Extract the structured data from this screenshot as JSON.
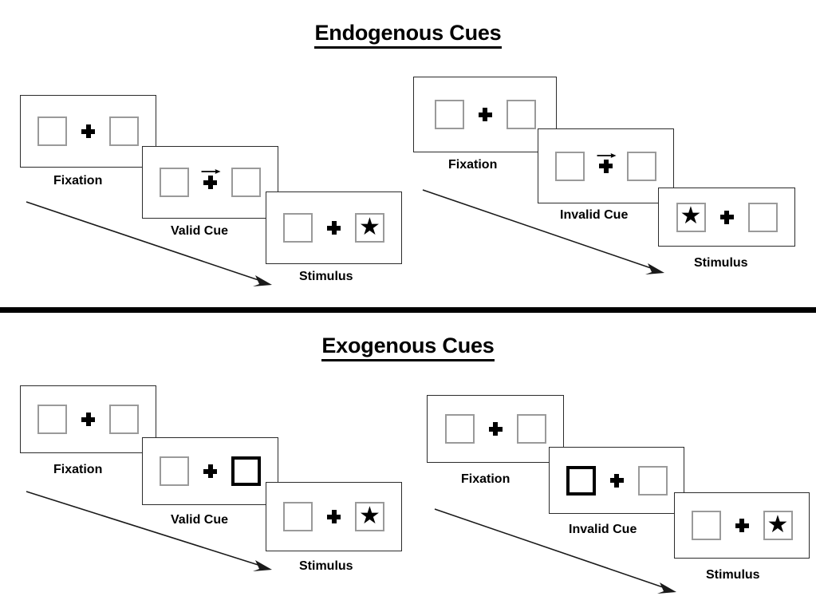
{
  "document": {
    "background_color": "#ffffff",
    "ink_color": "#000000",
    "box_border_color": "#9a9a9a",
    "highlight_color": "#000000"
  },
  "sections": [
    {
      "id": "endogenous",
      "title": "Endogenous Cues",
      "columns": [
        {
          "id": "endogenous-valid",
          "frames": [
            {
              "id": "fixation",
              "label": "Fixation",
              "left_box": "empty",
              "right_box": "empty",
              "cue": "none",
              "arrow": "none"
            },
            {
              "id": "cue",
              "label": "Valid Cue",
              "left_box": "empty",
              "right_box": "empty",
              "cue": "arrow",
              "arrow": "right"
            },
            {
              "id": "stimulus",
              "label": "Stimulus",
              "left_box": "empty",
              "right_box": "star",
              "cue": "none",
              "arrow": "none"
            }
          ]
        },
        {
          "id": "endogenous-invalid",
          "frames": [
            {
              "id": "fixation",
              "label": "Fixation",
              "left_box": "empty",
              "right_box": "empty",
              "cue": "none",
              "arrow": "none"
            },
            {
              "id": "cue",
              "label": "Invalid Cue",
              "left_box": "empty",
              "right_box": "empty",
              "cue": "arrow",
              "arrow": "right"
            },
            {
              "id": "stimulus",
              "label": "Stimulus",
              "left_box": "star",
              "right_box": "empty",
              "cue": "none",
              "arrow": "none"
            }
          ]
        }
      ]
    },
    {
      "id": "exogenous",
      "title": "Exogenous Cues",
      "columns": [
        {
          "id": "exogenous-valid",
          "frames": [
            {
              "id": "fixation",
              "label": "Fixation",
              "left_box": "empty",
              "right_box": "empty",
              "cue": "none",
              "arrow": "none"
            },
            {
              "id": "cue",
              "label": "Valid Cue",
              "left_box": "empty",
              "right_box": "highlight",
              "cue": "none",
              "arrow": "none"
            },
            {
              "id": "stimulus",
              "label": "Stimulus",
              "left_box": "empty",
              "right_box": "star",
              "cue": "none",
              "arrow": "none"
            }
          ]
        },
        {
          "id": "exogenous-invalid",
          "frames": [
            {
              "id": "fixation",
              "label": "Fixation",
              "left_box": "empty",
              "right_box": "empty",
              "cue": "none",
              "arrow": "none"
            },
            {
              "id": "cue",
              "label": "Invalid Cue",
              "left_box": "highlight",
              "right_box": "empty",
              "cue": "none",
              "arrow": "none"
            },
            {
              "id": "stimulus",
              "label": "Stimulus",
              "left_box": "empty",
              "right_box": "star",
              "cue": "none",
              "arrow": "none"
            }
          ]
        }
      ]
    }
  ],
  "glyphs": {
    "star": "★",
    "fixation_cross": "plus-cross",
    "cue_arrow": "arrow-right-icon",
    "timeline_arrow": "time-arrow-icon"
  },
  "labels": {
    "endo_valid_fixation": "Fixation",
    "endo_valid_cue": "Valid Cue",
    "endo_valid_stimulus": "Stimulus",
    "endo_invalid_fixation": "Fixation",
    "endo_invalid_cue": "Invalid Cue",
    "endo_invalid_stimulus": "Stimulus",
    "exo_valid_fixation": "Fixation",
    "exo_valid_cue": "Valid Cue",
    "exo_valid_stimulus": "Stimulus",
    "exo_invalid_fixation": "Fixation",
    "exo_invalid_cue": "Invalid Cue",
    "exo_invalid_stimulus": "Stimulus",
    "title_endogenous": "Endogenous Cues",
    "title_exogenous": "Exogenous Cues"
  }
}
